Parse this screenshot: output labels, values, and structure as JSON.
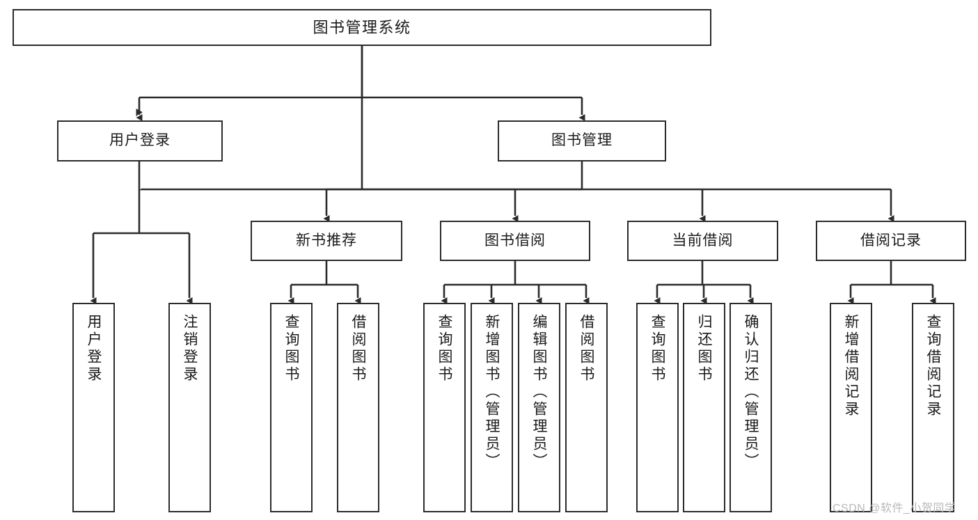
{
  "diagram": {
    "title": "图书管理系统",
    "watermark": "CSDN @软件_小贺同学",
    "colors": {
      "background": "#ffffff",
      "node_border": "#2b2b2b",
      "node_fill": "#ffffff",
      "edge": "#2b2b2b",
      "text": "#1a1a1a",
      "watermark": "#b9b9b9"
    },
    "levels": {
      "root": "图书管理系统",
      "tier1": [
        "用户登录",
        "图书管理"
      ],
      "tier2": [
        "新书推荐",
        "图书借阅",
        "当前借阅",
        "借阅记录"
      ]
    },
    "nodes": {
      "root": {
        "label": "图书管理系统"
      },
      "user_login": {
        "label": "用户登录"
      },
      "book_manage": {
        "label": "图书管理"
      },
      "new_book_rec": {
        "label": "新书推荐"
      },
      "book_borrow": {
        "label": "图书借阅"
      },
      "current_borrow": {
        "label": "当前借阅"
      },
      "borrow_record": {
        "label": "借阅记录"
      },
      "leaf_user_login": {
        "label": "用户登录"
      },
      "leaf_logout": {
        "label": "注销登录"
      },
      "leaf_query_book_a": {
        "label": "查询图书"
      },
      "leaf_borrow_book_a": {
        "label": "借阅图书"
      },
      "leaf_query_book_b": {
        "label": "查询图书"
      },
      "leaf_add_book": {
        "label": "新增图书（管理员）"
      },
      "leaf_edit_book": {
        "label": "编辑图书（管理员）"
      },
      "leaf_borrow_book_b": {
        "label": "借阅图书"
      },
      "leaf_query_book_c": {
        "label": "查询图书"
      },
      "leaf_return_book": {
        "label": "归还图书"
      },
      "leaf_confirm_return": {
        "label": "确认归还（管理员）"
      },
      "leaf_add_record": {
        "label": "新增借阅记录"
      },
      "leaf_query_record": {
        "label": "查询借阅记录"
      }
    },
    "edges": [
      {
        "from": "图书管理系统",
        "to": "用户登录"
      },
      {
        "from": "图书管理系统",
        "to": "图书管理"
      },
      {
        "from": "用户登录",
        "to": "用户登录"
      },
      {
        "from": "用户登录",
        "to": "注销登录"
      },
      {
        "from": "图书管理",
        "to": "新书推荐"
      },
      {
        "from": "图书管理",
        "to": "图书借阅"
      },
      {
        "from": "图书管理",
        "to": "当前借阅"
      },
      {
        "from": "图书管理",
        "to": "借阅记录"
      },
      {
        "from": "新书推荐",
        "to": "查询图书"
      },
      {
        "from": "新书推荐",
        "to": "借阅图书"
      },
      {
        "from": "图书借阅",
        "to": "查询图书"
      },
      {
        "from": "图书借阅",
        "to": "新增图书（管理员）"
      },
      {
        "from": "图书借阅",
        "to": "编辑图书（管理员）"
      },
      {
        "from": "图书借阅",
        "to": "借阅图书"
      },
      {
        "from": "当前借阅",
        "to": "查询图书"
      },
      {
        "from": "当前借阅",
        "to": "归还图书"
      },
      {
        "from": "当前借阅",
        "to": "确认归还（管理员）"
      },
      {
        "from": "借阅记录",
        "to": "新增借阅记录"
      },
      {
        "from": "借阅记录",
        "to": "查询借阅记录"
      }
    ]
  }
}
